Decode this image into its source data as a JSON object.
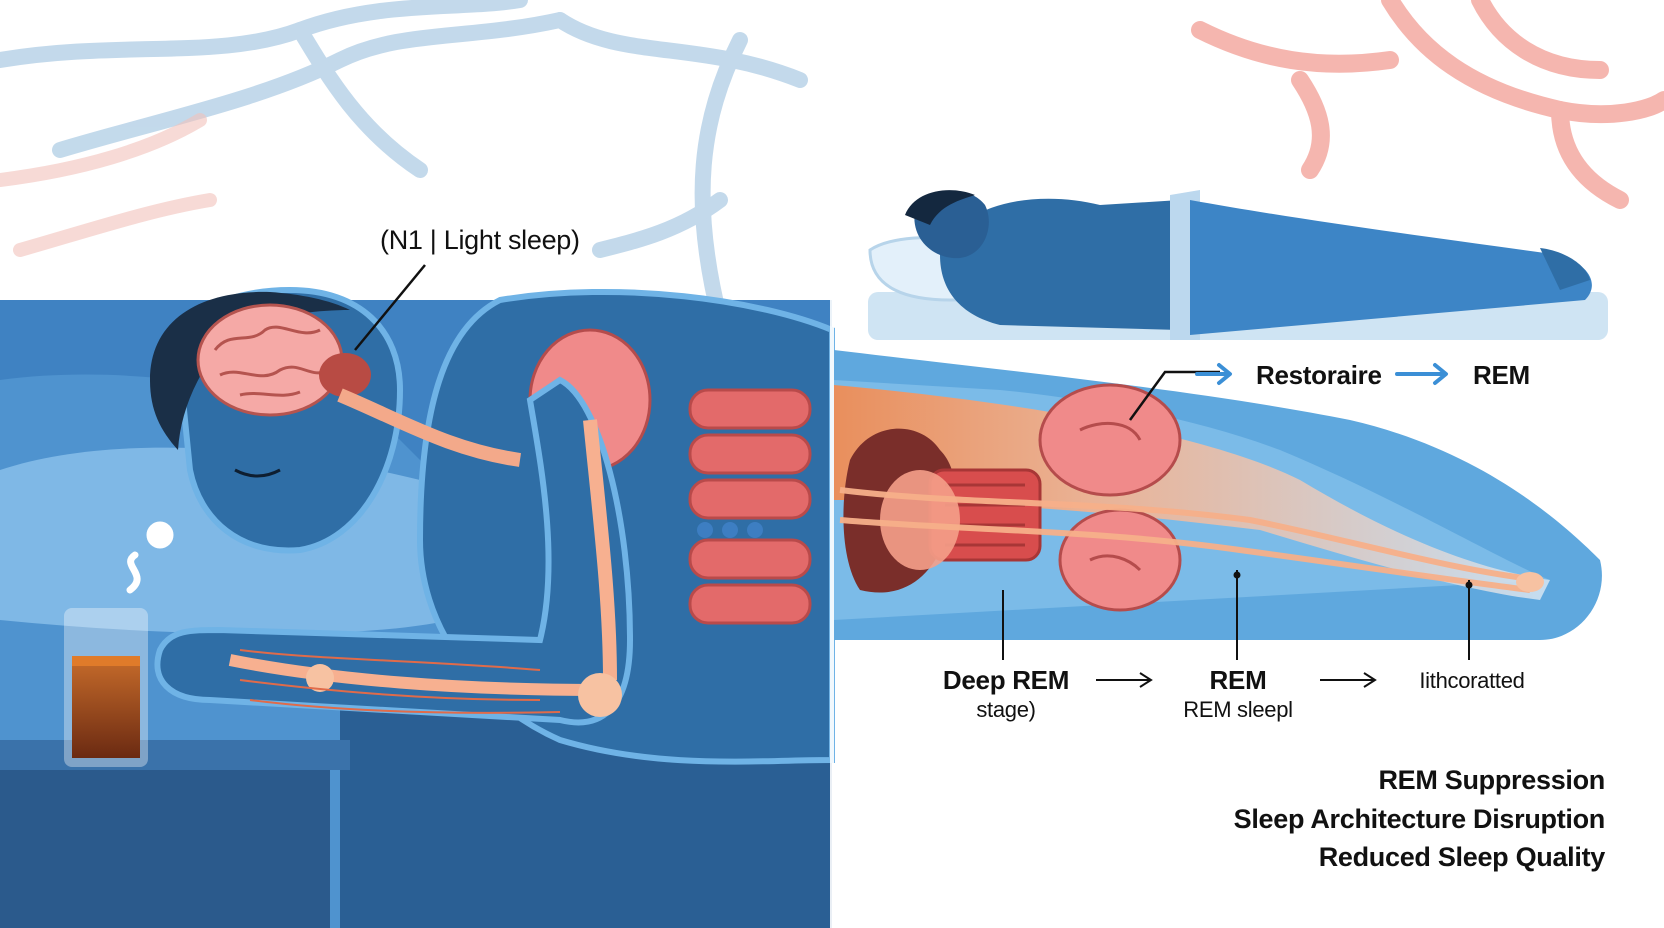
{
  "left_panel": {
    "callout_label": "(N1 | Light sleep)"
  },
  "right_panel": {
    "flow_top": {
      "label_1": "Restoraire",
      "label_2": "REM"
    },
    "flow_bottom": {
      "stage_1": {
        "title": "Deep REM",
        "subtitle": "stage)"
      },
      "stage_2": {
        "title": "REM",
        "subtitle": "REM sleepl"
      },
      "stage_3": {
        "title": "Iithcoratted"
      }
    },
    "effects": [
      "REM Suppression",
      "Sleep Architecture Disruption",
      "Reduced Sleep Quality"
    ]
  },
  "colors": {
    "body_blue": "#2f6ea6",
    "body_dark": "#1f4d7a",
    "sheet_blue": "#5fa8de",
    "organ_pink": "#f08a8a",
    "organ_red": "#d95b5b",
    "nerve_orange": "#f7a07a",
    "arrow_blue": "#3b8fd6",
    "branch_blue": "#b7d3ea",
    "branch_pink": "#f4b3ac",
    "drink_amber": "#b5541c"
  },
  "icons": [
    "brain-icon",
    "drink-glass-icon",
    "steam-icon",
    "arrow-right-icon"
  ]
}
